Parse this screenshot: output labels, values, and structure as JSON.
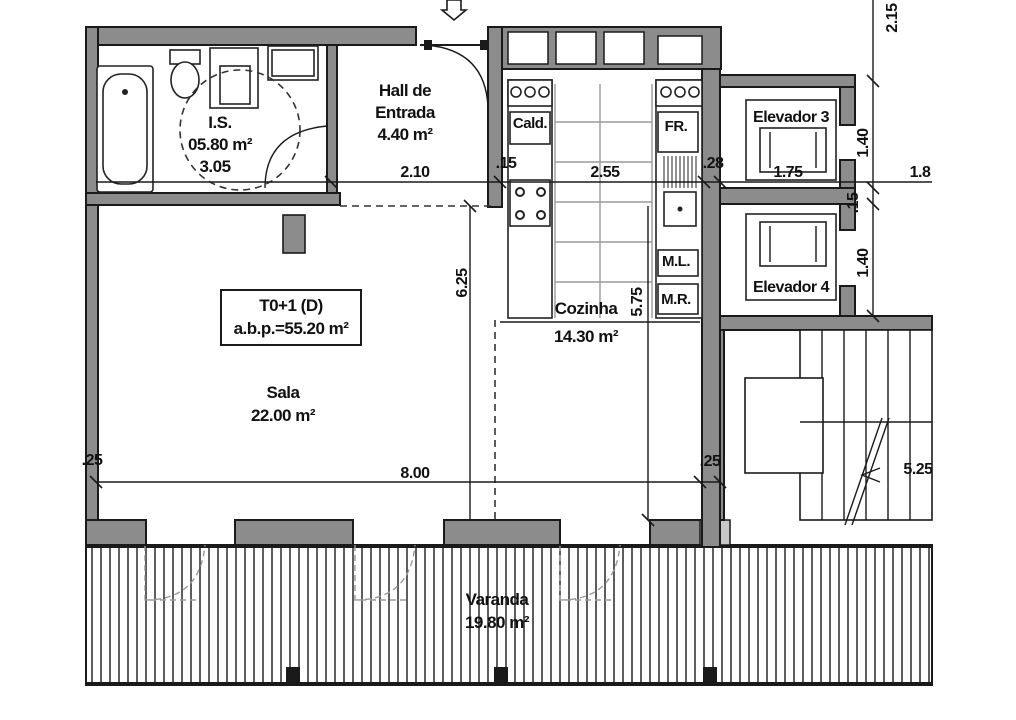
{
  "rooms": {
    "is_label": "I.S.",
    "is_area": "05.80 m²",
    "is_width": "3.05",
    "hall_line1": "Hall de",
    "hall_line2": "Entrada",
    "hall_area": "4.40 m²",
    "unit_line1": "T0+1 (D)",
    "unit_line2": "a.b.p.=55.20 m²",
    "sala_label": "Sala",
    "sala_area": "22.00 m²",
    "cozinha_label": "Cozinha",
    "cozinha_area": "14.30 m²",
    "varanda_label": "Varanda",
    "varanda_area": "19.80 m²",
    "elev3_label": "Elevador 3",
    "elev4_label": "Elevador 4"
  },
  "appliances": {
    "cald": "Cald.",
    "fr": "FR.",
    "ml": "M.L.",
    "mr": "M.R."
  },
  "dimensions": {
    "d_210": "2.10",
    "d_15a": ".15",
    "d_255": "2.55",
    "d_28": ".28",
    "d_175": "1.75",
    "d_18": "1.8",
    "d_140a": "1.40",
    "d_15b": ".15",
    "d_140b": "1.40",
    "d_215": "2.15",
    "d_625": "6.25",
    "d_575": "5.75",
    "d_25a": ".25",
    "d_800": "8.00",
    "d_25b": ".25",
    "d_525": "5.25"
  }
}
